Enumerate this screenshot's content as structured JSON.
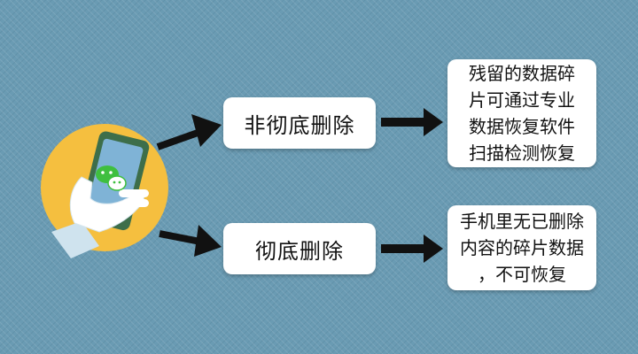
{
  "diagram": {
    "non_complete_label": "非彻底删除",
    "complete_label": "彻底删除",
    "outcome_recoverable": [
      "残留的数据碎",
      "片可通过专业",
      "数据恢复软件",
      "扫描检测恢复"
    ],
    "outcome_unrecoverable": [
      "手机里无已删除",
      "内容的碎片数据",
      "，不可恢复"
    ]
  },
  "icons": {
    "phone": "hand-holding-phone-icon",
    "chat": "wechat-logo-icon",
    "arrow": "arrow-right-icon"
  },
  "colors": {
    "background": "#6a9bb3",
    "circle": "#f5bf3f",
    "phone_frame": "#3d6e4a",
    "phone_screen": "#7fb3d6",
    "chat_green": "#3fbf3f",
    "arrow": "#111111",
    "box": "#ffffff"
  }
}
